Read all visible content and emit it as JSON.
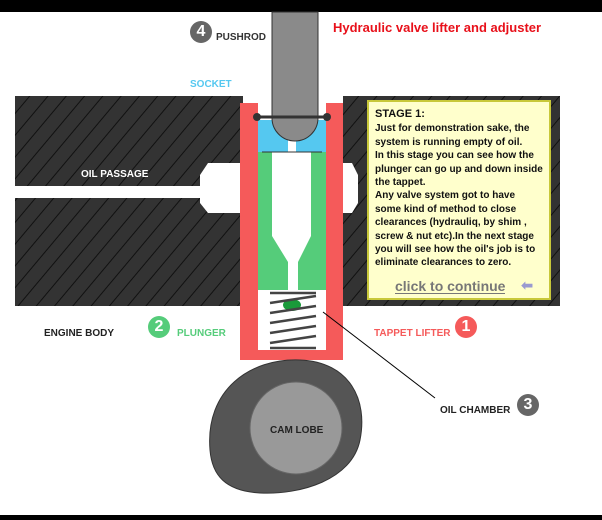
{
  "title": "Hydraulic valve lifter and adjuster",
  "labels": {
    "pushrod": "PUSHROD",
    "socket": "SOCKET",
    "oil_passage": "OIL PASSAGE",
    "engine_body": "ENGINE BODY",
    "plunger": "PLUNGER",
    "tappet_lifter": "TAPPET LIFTER",
    "oil_chamber": "OIL CHAMBER",
    "cam_lobe": "CAM LOBE"
  },
  "badges": {
    "pushrod": "4",
    "plunger": "2",
    "tappet_lifter": "1",
    "oil_chamber": "3"
  },
  "stage": {
    "heading": "STAGE 1:",
    "text": "Just for demonstration sake, the system is running empty of oil. In this stage you can see how  the plunger can go up and down inside the tappet. Any valve  system got to have some kind of method to close clearances (hydrauliq, by shim , screw & nut etc).In the next stage you will see how the oil's job is to  eliminate clearances to zero.",
    "lines": [
      "Just for demonstration sake, the system is running empty of oil.",
      "In this stage you can see how  the plunger can go up and down inside the tappet.",
      "Any valve  system got to have some kind of method to close clearances (hydrauliq, by shim , screw & nut etc).In the next stage you will see how the oil's job is to  eliminate clearances to zero."
    ],
    "continue_label": "click to continue"
  },
  "colors": {
    "tappet": "#f55a5a",
    "plunger": "#55cc7a",
    "socket": "#55c8f0",
    "pushrod": "#8a8a8a",
    "body": "#333333",
    "title": "#e8101a"
  }
}
